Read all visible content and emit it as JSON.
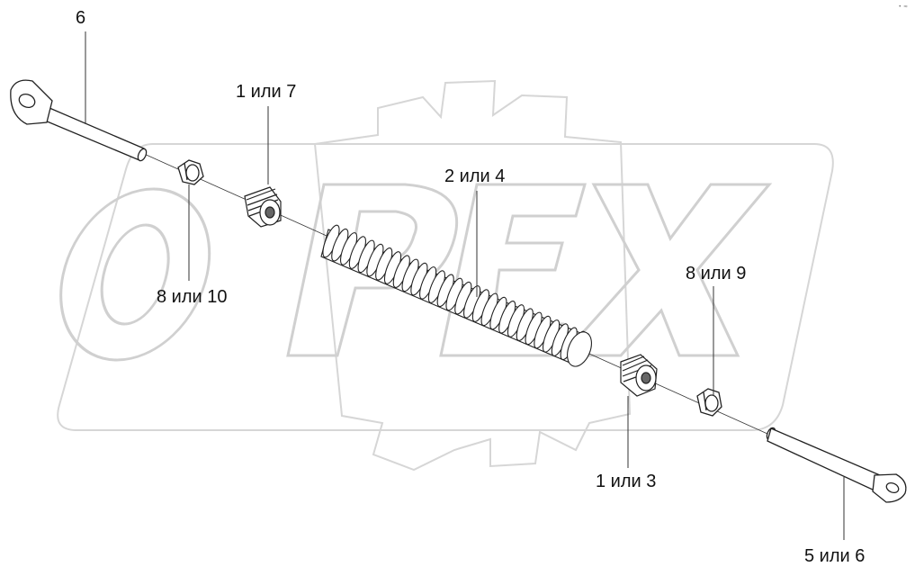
{
  "watermark": {
    "text": "OPEX",
    "color": "#d9d9d9"
  },
  "corner_mark": "• ≈",
  "labels": {
    "part6_top": "6",
    "part1or7": "1 или 7",
    "part2or4": "2 или 4",
    "part8or10": "8 или 10",
    "part8or9": "8 или 9",
    "part1or3": "1 или 3",
    "part5or6": "5 или 6"
  },
  "colors": {
    "stroke": "#222222",
    "part_fill": "#ffffff",
    "shade": "#888888"
  }
}
